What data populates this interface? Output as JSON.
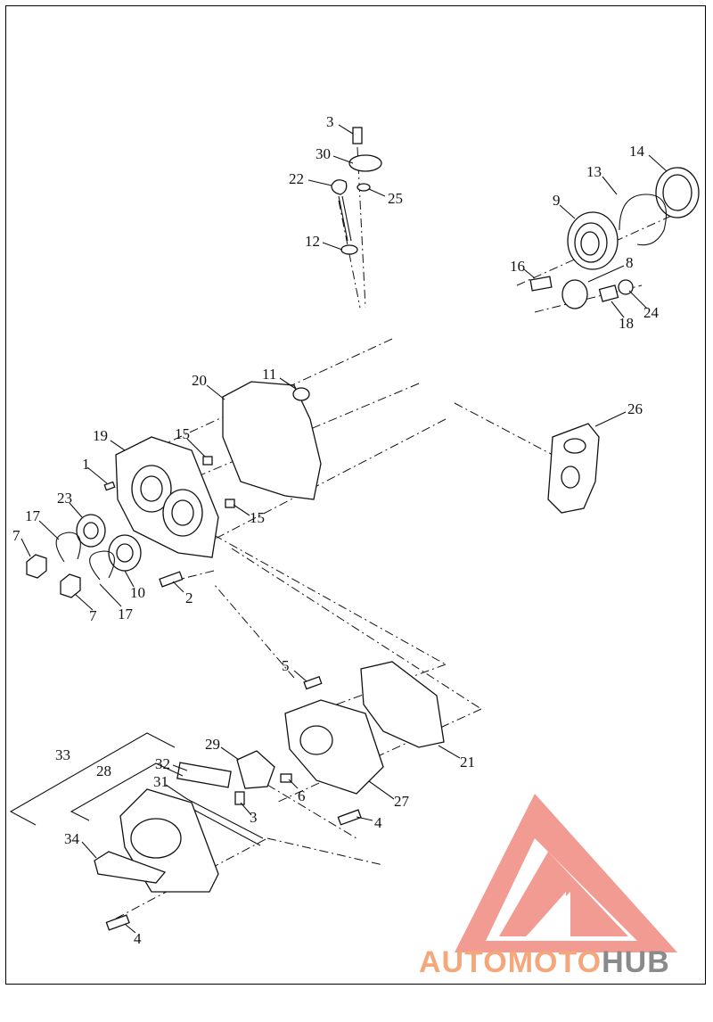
{
  "brand": {
    "part1": "AUTO",
    "part2": "MOTO",
    "part3": "HUB",
    "colors": {
      "mark": "#f08a80",
      "text_light": "#f4a77a",
      "text_dark": "#8a8a8a"
    }
  },
  "callouts": [
    {
      "id": "c3a",
      "text": "3"
    },
    {
      "id": "c30",
      "text": "30"
    },
    {
      "id": "c22",
      "text": "22"
    },
    {
      "id": "c25",
      "text": "25"
    },
    {
      "id": "c12",
      "text": "12"
    },
    {
      "id": "c14",
      "text": "14"
    },
    {
      "id": "c13",
      "text": "13"
    },
    {
      "id": "c9",
      "text": "9"
    },
    {
      "id": "c16",
      "text": "16"
    },
    {
      "id": "c8",
      "text": "8"
    },
    {
      "id": "c24",
      "text": "24"
    },
    {
      "id": "c18",
      "text": "18"
    },
    {
      "id": "c20",
      "text": "20"
    },
    {
      "id": "c11",
      "text": "11"
    },
    {
      "id": "c26",
      "text": "26"
    },
    {
      "id": "c19",
      "text": "19"
    },
    {
      "id": "c15a",
      "text": "15"
    },
    {
      "id": "c1",
      "text": "1"
    },
    {
      "id": "c23",
      "text": "23"
    },
    {
      "id": "c15b",
      "text": "15"
    },
    {
      "id": "c17a",
      "text": "17"
    },
    {
      "id": "c7a",
      "text": "7"
    },
    {
      "id": "c2",
      "text": "2"
    },
    {
      "id": "c10",
      "text": "10"
    },
    {
      "id": "c17b",
      "text": "17"
    },
    {
      "id": "c7b",
      "text": "7"
    },
    {
      "id": "c5",
      "text": "5"
    },
    {
      "id": "c21",
      "text": "21"
    },
    {
      "id": "c33",
      "text": "33"
    },
    {
      "id": "c29",
      "text": "29"
    },
    {
      "id": "c28",
      "text": "28"
    },
    {
      "id": "c32",
      "text": "32"
    },
    {
      "id": "c31",
      "text": "31"
    },
    {
      "id": "c6",
      "text": "6"
    },
    {
      "id": "c3b",
      "text": "3"
    },
    {
      "id": "c27",
      "text": "27"
    },
    {
      "id": "c4a",
      "text": "4"
    },
    {
      "id": "c34",
      "text": "34"
    },
    {
      "id": "c4b",
      "text": "4"
    }
  ]
}
